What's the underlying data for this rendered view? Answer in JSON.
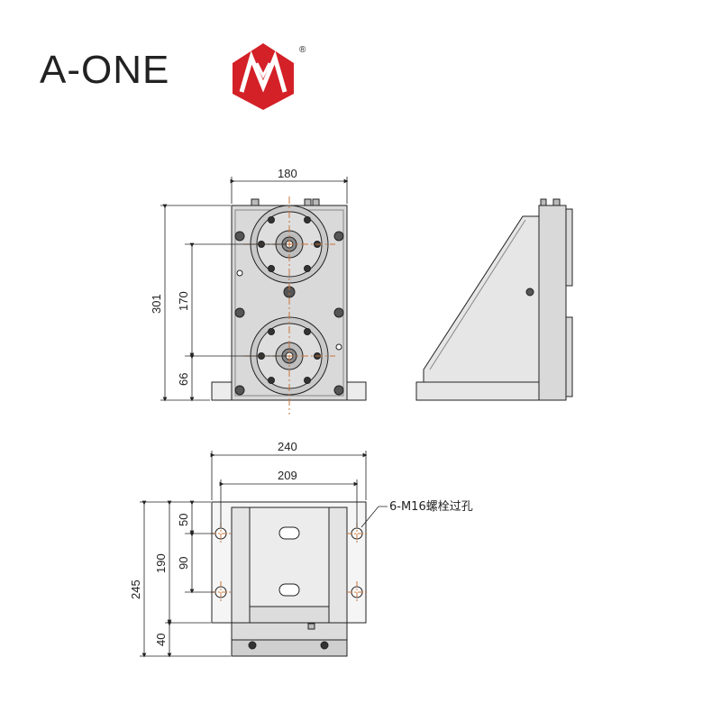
{
  "brand": {
    "name": "A-ONE",
    "registered_mark": "®",
    "logo_color": "#d42027"
  },
  "drawing": {
    "front_view": {
      "width_label": "180",
      "height_label": "301",
      "spacing_label": "170",
      "bottom_offset_label": "66"
    },
    "top_view": {
      "outer_width_label": "240",
      "hole_spacing_label": "209",
      "depth_label": "245",
      "frame_depth_label": "190",
      "row_spacing_label": "90",
      "top_offset_label": "50",
      "base_label": "40",
      "hole_callout": "6-M16螺栓过孔"
    },
    "colors": {
      "line": "#222222",
      "centerline": "#c8743a",
      "body_fill": "#d9d9d9"
    }
  }
}
